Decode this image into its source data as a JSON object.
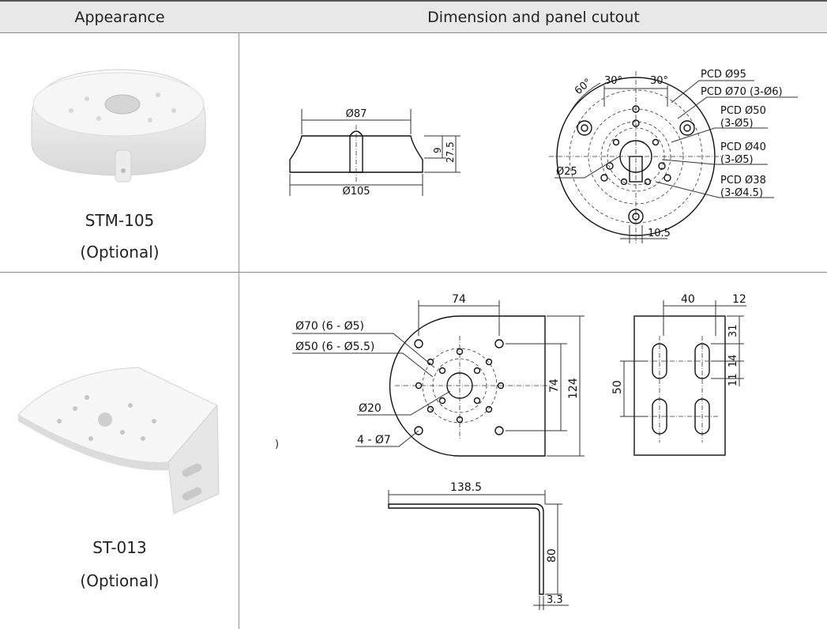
{
  "table": {
    "headers": {
      "appearance": "Appearance",
      "dimension": "Dimension and panel cutout"
    },
    "rows": [
      {
        "model": "STM-105",
        "note": "(Optional)",
        "dims": {
          "side_top": "Ø87",
          "side_bottom": "Ø105",
          "side_h1": "9",
          "side_h2": "27.5",
          "angle_60": "60°",
          "angle_30a": "30°",
          "angle_30b": "30°",
          "pcd95": "PCD Ø95",
          "pcd70": "PCD Ø70 (3-Ø6)",
          "pcd50": "PCD Ø50",
          "pcd50_holes": "(3-Ø5)",
          "pcd40": "PCD Ø40",
          "pcd40_holes": "(3-Ø5)",
          "pcd38": "PCD Ø38",
          "pcd38_holes": "(3-Ø4.5)",
          "d25": "Ø25",
          "w105": "10.5"
        }
      },
      {
        "model": "ST-013",
        "note": "(Optional)",
        "dims": {
          "top74": "74",
          "d70": "Ø70 (6 - Ø5)",
          "d50": "Ø50 (6 - Ø5.5)",
          "d20": "Ø20",
          "holes": "4 - Ø7",
          "v74": "74",
          "v124": "124",
          "s40": "40",
          "s12": "12",
          "s31": "31",
          "s14": "14",
          "s11": "11",
          "s50": "50",
          "len": "138.5",
          "h80": "80",
          "t33": "3.3",
          "stray": ")"
        }
      }
    ]
  },
  "colors": {
    "header_bg": "#e8e8e8",
    "part_fill": "#f4f4f4",
    "line": "#111111"
  }
}
